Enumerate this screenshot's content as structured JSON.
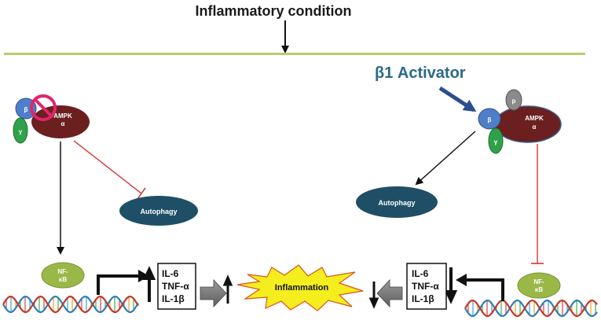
{
  "title": "Inflammatory condition",
  "activator": "β1 Activator",
  "left": {
    "beta": "β",
    "gamma": "γ",
    "ampk_line1": "AMPK",
    "ampk_line2": "α",
    "autophagy": "Autophagy",
    "nfkb_line1": "NF-",
    "nfkb_line2": "κB",
    "cytokines": [
      "IL-6",
      "TNF-α",
      "IL-1β"
    ]
  },
  "right": {
    "beta": "β",
    "gamma": "γ",
    "phospho": "p",
    "ampk_line1": "AMPK",
    "ampk_line2": "α",
    "autophagy": "Autophagy",
    "nfkb_line1": "NF-",
    "nfkb_line2": "κB",
    "cytokines": [
      "IL-6",
      "TNF-α",
      "IL-1β"
    ]
  },
  "inflammation": "Inflammation",
  "colors": {
    "membrane": "#b9cc6e",
    "ampk": "#6b1f1f",
    "beta": "#4f7fc8",
    "gamma": "#2fa14a",
    "autophagy": "#1e4f66",
    "nfkb": "#9ab848",
    "inhibit": "#d42626",
    "activator_arrow": "#2a4f8e",
    "burst": "#f5ee1e"
  }
}
